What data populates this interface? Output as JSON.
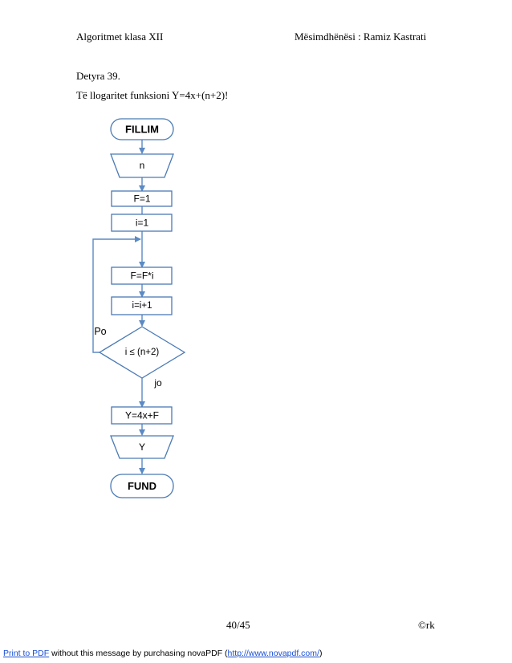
{
  "header": {
    "left": "Algoritmet  klasa XII",
    "right": "Mësimdhënësi :  Ramiz Kastrati"
  },
  "task": {
    "title": "Detyra 39.",
    "statement": "Të llogaritet funksioni   Y=4x+(n+2)!"
  },
  "flowchart": {
    "start": "FILLIM",
    "input": "n",
    "init_f": "F=1",
    "init_i": "i=1",
    "multiply": "F=F*i",
    "increment": "i=i+1",
    "condition": "i ≤ (n+2)",
    "yes_label": "Po",
    "no_label": "jo",
    "compute": "Y=4x+F",
    "output": "Y",
    "end": "FUND"
  },
  "colors": {
    "stroke": "#4a7ab5",
    "arrow": "#5b8ac4"
  },
  "page": {
    "number": "40/45",
    "copyright": "©rk"
  },
  "footer": {
    "link1": "Print to PDF",
    "middle": " without this message by purchasing novaPDF (",
    "link2": "http://www.novapdf.com/",
    "end": ")"
  }
}
